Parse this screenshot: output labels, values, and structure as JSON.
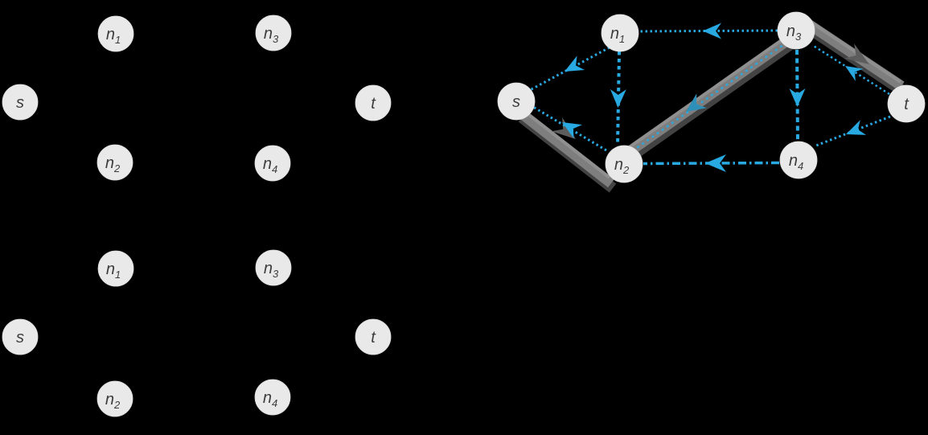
{
  "background": "#000000",
  "palette": {
    "node_fill": "#e9e9e9",
    "node_text": "#3d3d3d",
    "residual_blue": "#29a9e1",
    "beam_gray": "#7e7e7e",
    "beam_shadow_gray": "#4f4f4f",
    "beam_arrow_gray": "#5d5d5d",
    "beam_arrow_teal": "#2e8fb8"
  },
  "graphs": {
    "top_left": {
      "nodes": [
        {
          "id": "s",
          "base": "s",
          "sub": ""
        },
        {
          "id": "n1",
          "base": "n",
          "sub": "1"
        },
        {
          "id": "n2",
          "base": "n",
          "sub": "2"
        },
        {
          "id": "n3",
          "base": "n",
          "sub": "3"
        },
        {
          "id": "n4",
          "base": "n",
          "sub": "4"
        },
        {
          "id": "t",
          "base": "t",
          "sub": ""
        }
      ]
    },
    "bottom_left": {
      "nodes": [
        {
          "id": "s",
          "base": "s",
          "sub": ""
        },
        {
          "id": "n1",
          "base": "n",
          "sub": "1"
        },
        {
          "id": "n2",
          "base": "n",
          "sub": "2"
        },
        {
          "id": "n3",
          "base": "n",
          "sub": "3"
        },
        {
          "id": "n4",
          "base": "n",
          "sub": "4"
        },
        {
          "id": "t",
          "base": "t",
          "sub": ""
        }
      ]
    },
    "residual": {
      "nodes": [
        {
          "id": "s",
          "base": "s",
          "sub": ""
        },
        {
          "id": "n1",
          "base": "n",
          "sub": "1"
        },
        {
          "id": "n2",
          "base": "n",
          "sub": "2"
        },
        {
          "id": "n3",
          "base": "n",
          "sub": "3"
        },
        {
          "id": "n4",
          "base": "n",
          "sub": "4"
        },
        {
          "id": "t",
          "base": "t",
          "sub": ""
        }
      ],
      "residual_edges": [
        {
          "from": "n3",
          "to": "n1"
        },
        {
          "from": "n1",
          "to": "s"
        },
        {
          "from": "n1",
          "to": "n2"
        },
        {
          "from": "n2",
          "to": "s"
        },
        {
          "from": "n3",
          "to": "n4"
        },
        {
          "from": "n4",
          "to": "n2"
        },
        {
          "from": "t",
          "to": "n4"
        },
        {
          "from": "t",
          "to": "n3"
        },
        {
          "from": "n3",
          "to": "n2"
        }
      ],
      "flow_beams": [
        {
          "from": "s",
          "to": "n2"
        },
        {
          "from": "n2",
          "to": "n3"
        },
        {
          "from": "n3",
          "to": "t"
        }
      ]
    }
  }
}
